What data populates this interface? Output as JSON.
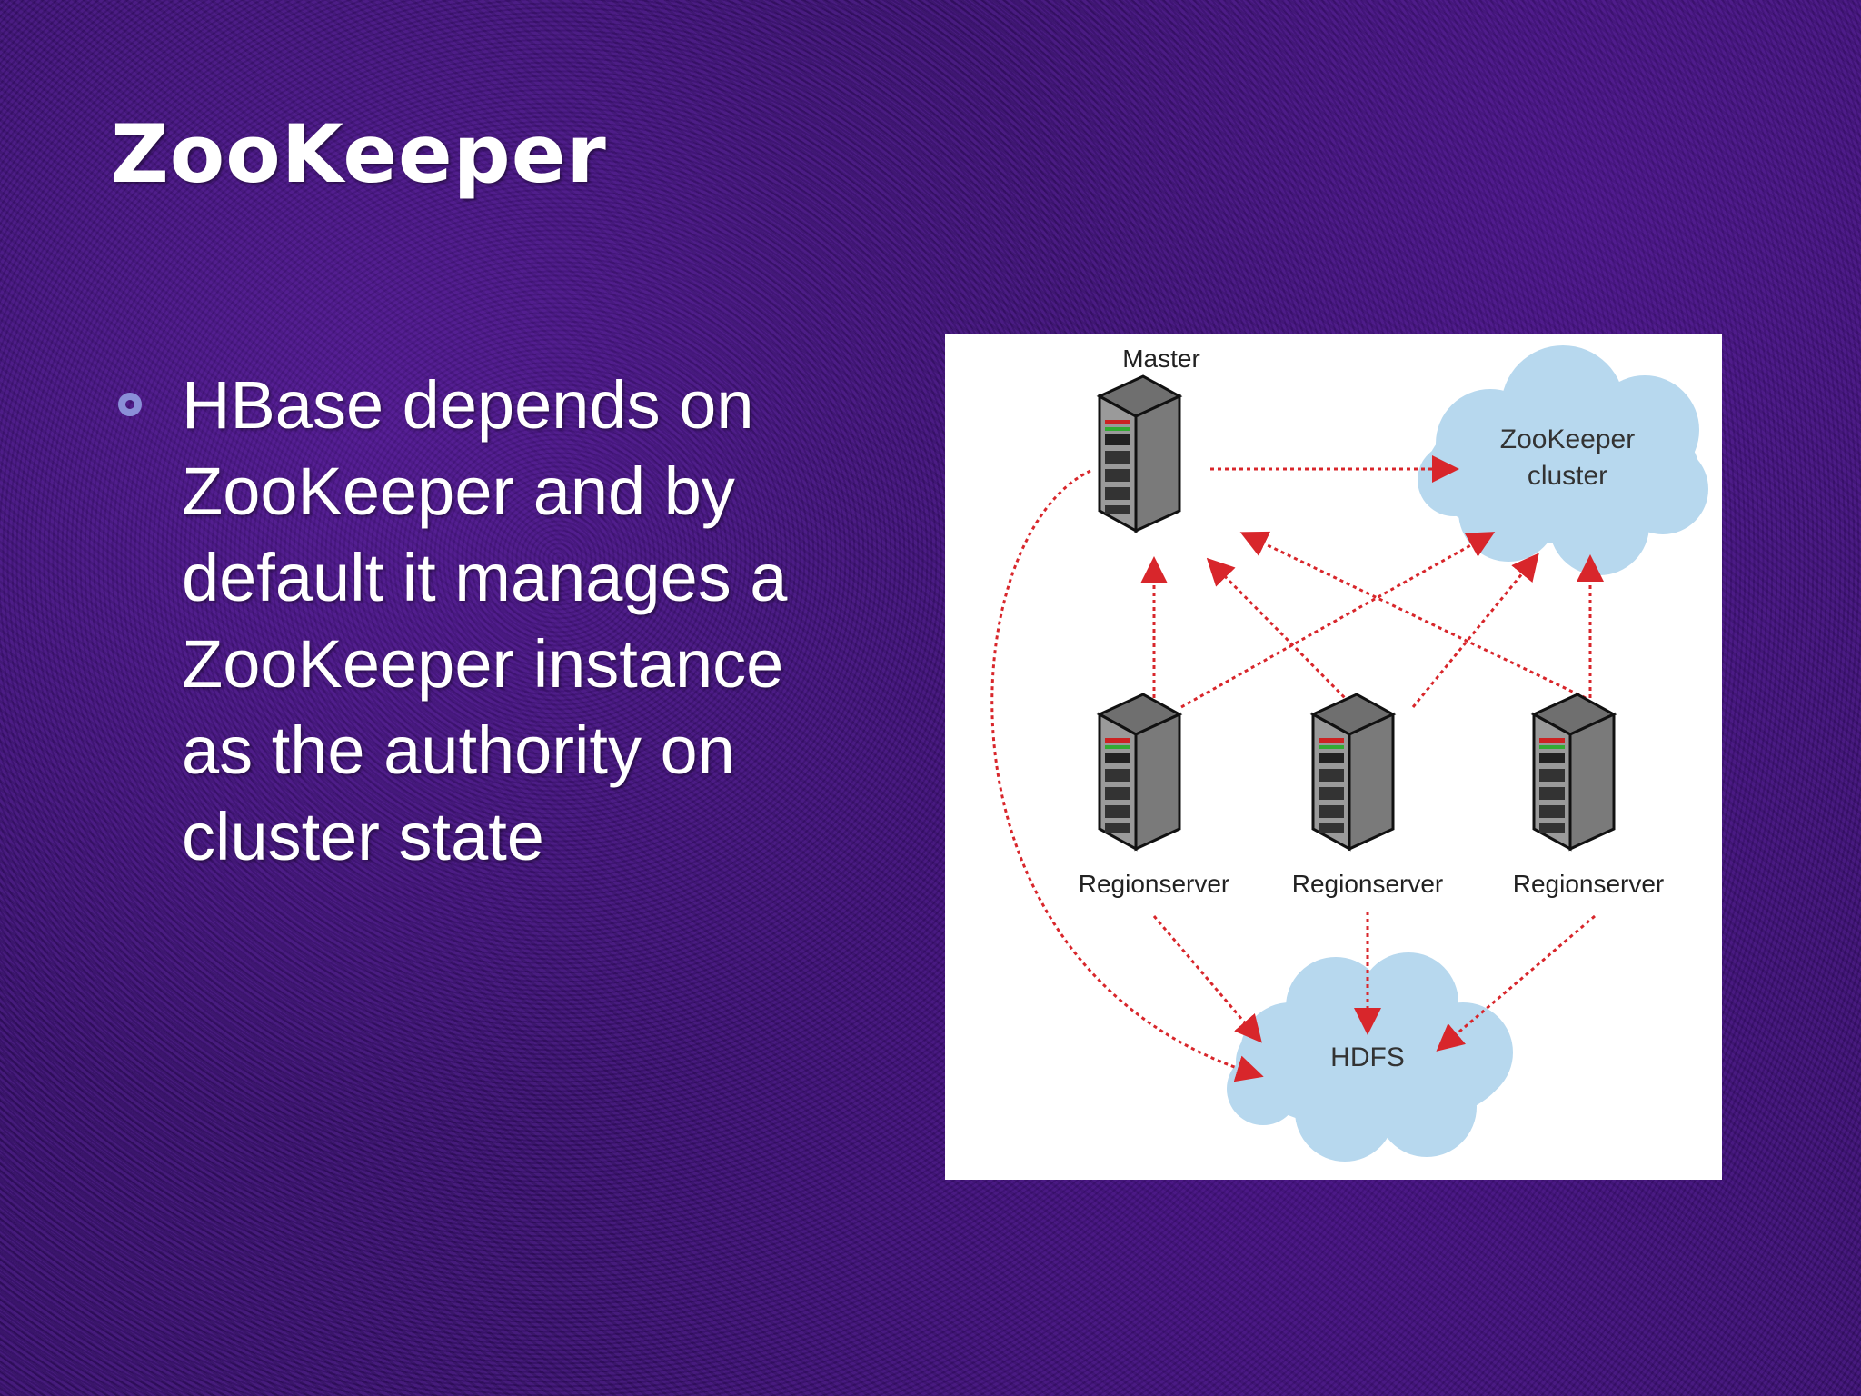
{
  "slide": {
    "title": "ZooKeeper",
    "bullets": [
      {
        "text": "HBase depends on ZooKeeper and by default it manages a ZooKeeper instance as the authority on cluster state"
      }
    ]
  },
  "diagram": {
    "master_label": "Master",
    "zookeeper_label_line1": "ZooKeeper",
    "zookeeper_label_line2": "cluster",
    "regionservers": [
      {
        "label": "Regionserver"
      },
      {
        "label": "Regionserver"
      },
      {
        "label": "Regionserver"
      }
    ],
    "hdfs_label": "HDFS"
  },
  "colors": {
    "background": "#3a1170",
    "arrow": "#d8262b",
    "cloud": "#b7d8ee",
    "bullet": "#8a8fd8"
  },
  "icons": [
    "server-icon",
    "cloud-icon",
    "ring-bullet-icon"
  ]
}
